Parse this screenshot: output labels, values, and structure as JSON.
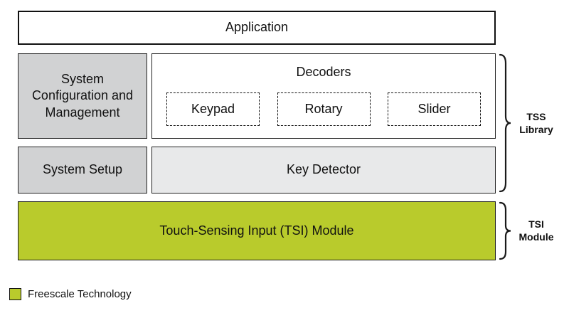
{
  "diagram": {
    "application_label": "Application",
    "system_config_label": "System Configuration and Management",
    "decoders_title": "Decoders",
    "decoder_items": [
      "Keypad",
      "Rotary",
      "Slider"
    ],
    "system_setup_label": "System Setup",
    "key_detector_label": "Key Detector",
    "tsi_label": "Touch-Sensing Input (TSI) Module",
    "bracket_tss_label": "TSS\nLibrary",
    "bracket_tsi_label": "TSI\nModule",
    "legend_label": "Freescale Technology",
    "colors": {
      "freescale_green": "#b9cb2c",
      "medium_gray": "#d1d2d3",
      "light_gray": "#e8e9ea",
      "border_dark": "#1a1a1a"
    }
  }
}
